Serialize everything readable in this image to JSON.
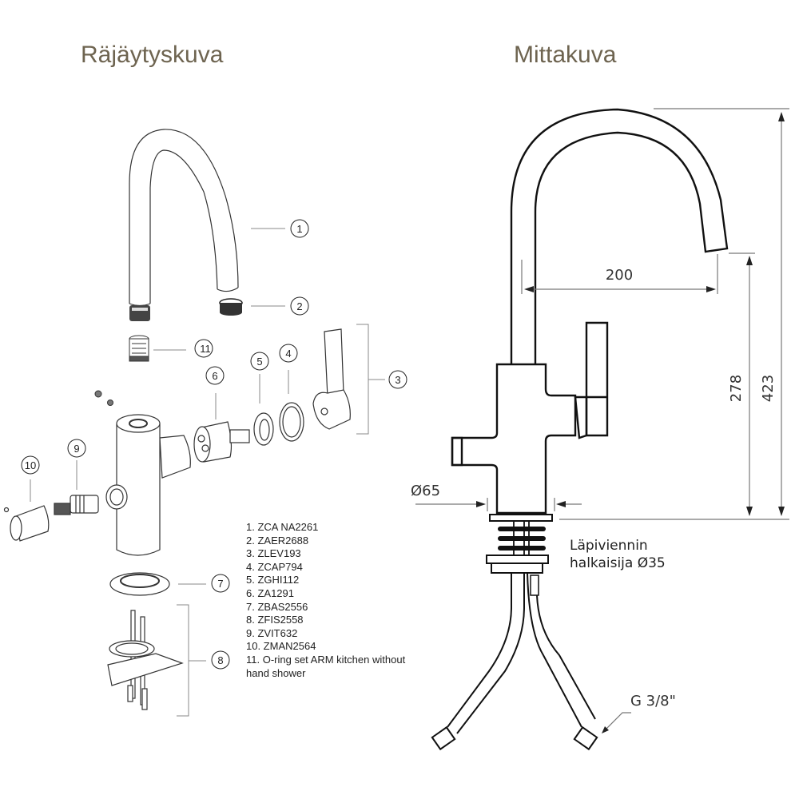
{
  "titles": {
    "exploded_view": "Räjäytyskuva",
    "dimension_drawing": "Mittakuva"
  },
  "callouts": [
    "1",
    "2",
    "3",
    "4",
    "5",
    "6",
    "7",
    "8",
    "9",
    "10",
    "11"
  ],
  "parts_list": [
    "1. ZCA NA2261",
    "2. ZAER2688",
    "3. ZLEV193",
    "4. ZCAP794",
    "5. ZGHI112",
    "6. ZA1291",
    "7. ZBAS2556",
    "8. ZFIS2558",
    "9. ZVIT632",
    "10. ZMAN2564",
    "11. O-ring set ARM kitchen without hand shower"
  ],
  "dimensions": {
    "reach": "200",
    "spout_height": "278",
    "total_height": "423",
    "base_diameter": "Ø65",
    "hole_label_line1": "Läpiviennin",
    "hole_label_line2": "halkaisija Ø35",
    "connection": "G 3/8\""
  },
  "colors": {
    "title": "#6e6450",
    "line": "#111111",
    "dim_line": "#777777"
  }
}
